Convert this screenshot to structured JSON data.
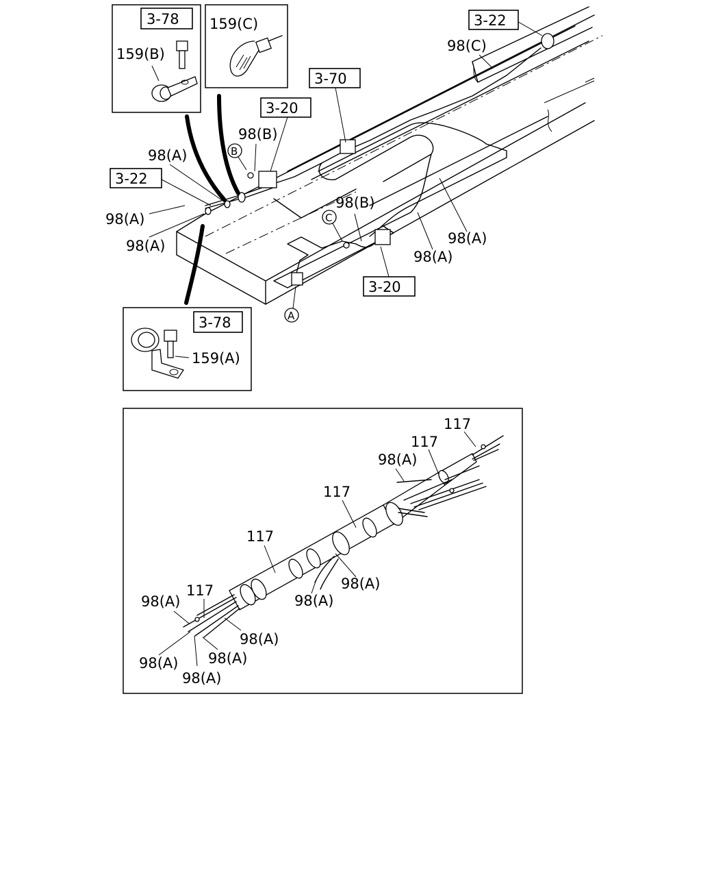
{
  "references": {
    "r_3_78_top": "3-78",
    "r_3_78_bottom": "3-78",
    "r_3_22_right": "3-22",
    "r_3_22_left": "3-22",
    "r_3_70": "3-70",
    "r_3_20_top": "3-20",
    "r_3_20_bottom": "3-20"
  },
  "parts": {
    "p159b": "159(B)",
    "p159c": "159(C)",
    "p159a": "159(A)",
    "p98c": "98(C)",
    "p98b_top": "98(B)",
    "p98b_mid": "98(B)",
    "p98a_u1": "98(A)",
    "p98a_u2": "98(A)",
    "p98a_u3": "98(A)",
    "p98a_u4": "98(A)",
    "p98a_u5": "98(A)"
  },
  "circles": {
    "a": "A",
    "b": "B",
    "c": "C"
  },
  "harness": {
    "n117_1": "117",
    "n117_2": "117",
    "n117_3": "117",
    "n117_4": "117",
    "n117_5": "117",
    "n98a_h1": "98(A)",
    "n98a_h2": "98(A)",
    "n98a_h3": "98(A)",
    "n98a_h4": "98(A)",
    "n98a_h5": "98(A)",
    "n98a_h6": "98(A)",
    "n98a_h7": "98(A)",
    "n98a_h8": "98(A)"
  }
}
